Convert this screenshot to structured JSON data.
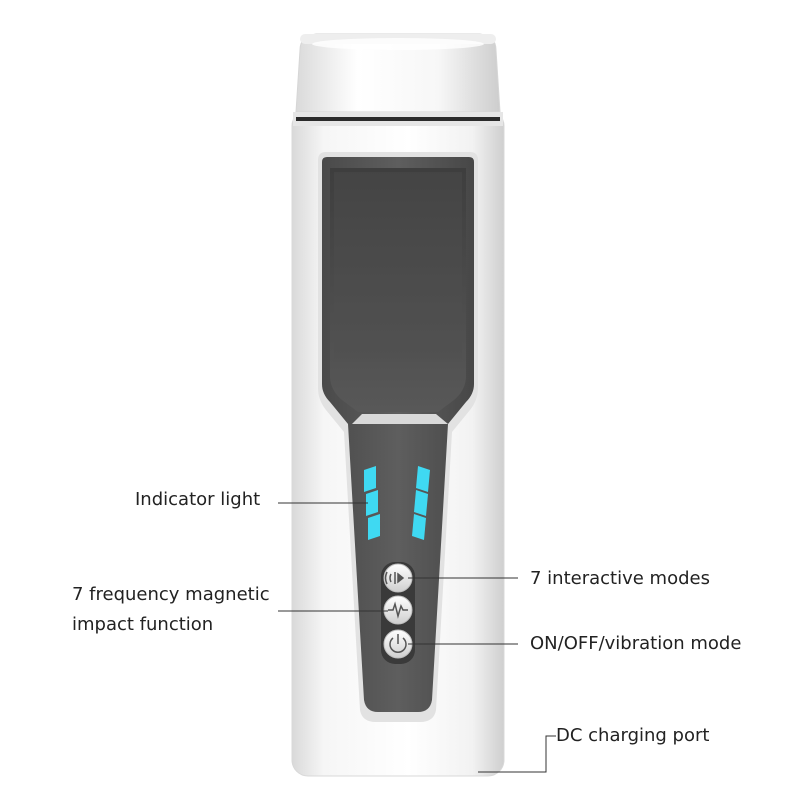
{
  "figure": {
    "callouts": {
      "indicator_light": "Indicator light",
      "frequency_impact": "7 frequency magnetic impact function",
      "interactive_modes": "7 interactive modes",
      "power_mode": "ON/OFF/vibration mode",
      "charging_port": "DC charging port"
    },
    "buttons": [
      {
        "icon": "mode-wave-icon"
      },
      {
        "icon": "pulse-icon"
      },
      {
        "icon": "power-icon"
      }
    ],
    "colors": {
      "body": "#f3f3f3",
      "panel": "#555555",
      "window": "#474747",
      "indicator": "#3fd9f2",
      "line": "#333333"
    }
  }
}
